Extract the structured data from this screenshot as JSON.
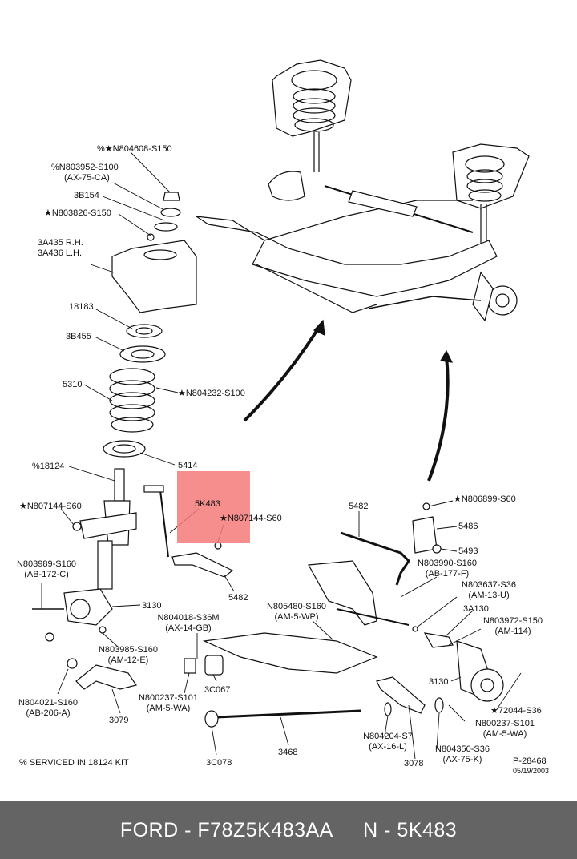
{
  "labels": {
    "l_n804608": "%★N804608-S150",
    "l_n803952a": "%N803952-S100",
    "l_n803952b": "(AX-75-CA)",
    "l_3b154": "3B154",
    "l_n803826": "★N803826-S150",
    "l_3a435": "3A435 R.H.",
    "l_3a436": "3A436 L.H.",
    "l_18183": "18183",
    "l_3b455": "3B455",
    "l_5310": "5310",
    "l_n804232": "★N804232-S100",
    "l_5414": "5414",
    "l_18124": "%18124",
    "l_n807144_left": "★N807144-S60",
    "l_5k483": "5K483",
    "l_n807144_right": "★N807144-S60",
    "l_5482_bottom": "5482",
    "l_n803989a": "N803989-S160",
    "l_n803989b": "(AB-172-C)",
    "l_3130_left": "3130",
    "l_n804018a": "N804018-S36M",
    "l_n804018b": "(AX-14-GB)",
    "l_n803985a": "N803985-S160",
    "l_n803985b": "(AM-12-E)",
    "l_n804021a": "N804021-S160",
    "l_n804021b": "(AB-206-A)",
    "l_3079": "3079",
    "l_n800237_left_a": "N800237-S101",
    "l_n800237_left_b": "(AM-5-WA)",
    "l_3c067": "3C067",
    "l_3c078": "3C078",
    "l_3468": "3468",
    "l_n805480a": "N805480-S160",
    "l_n805480b": "(AM-5-WP)",
    "l_5482_top": "5482",
    "l_n806899": "★N806899-S60",
    "l_5486": "5486",
    "l_5493": "5493",
    "l_n803990a": "N803990-S160",
    "l_n803990b": "(AB-177-F)",
    "l_n803637a": "N803637-S36",
    "l_n803637b": "(AM-13-U)",
    "l_3a130": "3A130",
    "l_n803972a": "N803972-S150",
    "l_n803972b": "(AM-114)",
    "l_3130_right": "3130",
    "l_72044": "★72044-S36",
    "l_n800237_right_a": "N800237-S101",
    "l_n800237_right_b": "(AM-5-WA)",
    "l_n804350a": "N804350-S36",
    "l_n804350b": "(AX-75-K)",
    "l_n804204a": "N804204-S7",
    "l_n804204b": "(AX-16-L)",
    "l_3078": "3078",
    "l_serviced": "% SERVICED IN 18124 KIT",
    "l_p28468": "P-28468",
    "l_date": "05/19/2003"
  },
  "footer": {
    "brand_part": "FORD - F78Z5K483AA",
    "ref_part": "N - 5K483"
  }
}
